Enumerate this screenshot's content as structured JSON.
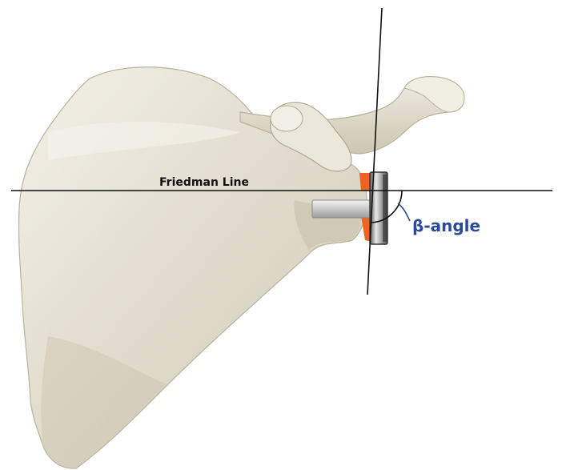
{
  "labels": {
    "reference_line": "Friedman Line",
    "angle": "β-angle"
  },
  "colors": {
    "background": "#ffffff",
    "bone_fill": "#e4e0d3",
    "bone_shadow": "#c3bdaa",
    "bone_highlight": "#f4f2ea",
    "bone_outline": "#b8b19c",
    "line": "#111111",
    "angle_label": "#2c4a9a",
    "wedge": "#ee6322",
    "baseplate": "#8a8a8a",
    "baseplate_dark": "#3c3c3c",
    "peg": "#c8c8c8"
  },
  "icons": [
    "scapula-illustration",
    "glenoid-baseplate",
    "orange-wedge"
  ]
}
